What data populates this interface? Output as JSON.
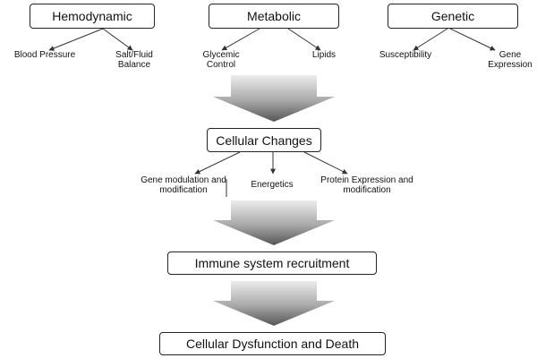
{
  "colors": {
    "box_border": "#222222",
    "line": "#333333",
    "arrow_light": "#e8e8e8",
    "arrow_dark": "#555555"
  },
  "categories": {
    "hemodynamic": {
      "label": "Hemodynamic",
      "children": [
        "Blood Pressure",
        "Salt/Fluid Balance"
      ]
    },
    "metabolic": {
      "label": "Metabolic",
      "children": [
        "Glycemic Control",
        "Lipids"
      ]
    },
    "genetic": {
      "label": "Genetic",
      "children": [
        "Susceptibility",
        "Gene Expression"
      ]
    }
  },
  "cellular_changes": {
    "label": "Cellular Changes",
    "children": [
      "Gene modulation and modification",
      "Energetics",
      "Protein Expression and modification"
    ]
  },
  "immune": {
    "label": "Immune system recruitment"
  },
  "final": {
    "label": "Cellular Dysfunction and Death"
  }
}
